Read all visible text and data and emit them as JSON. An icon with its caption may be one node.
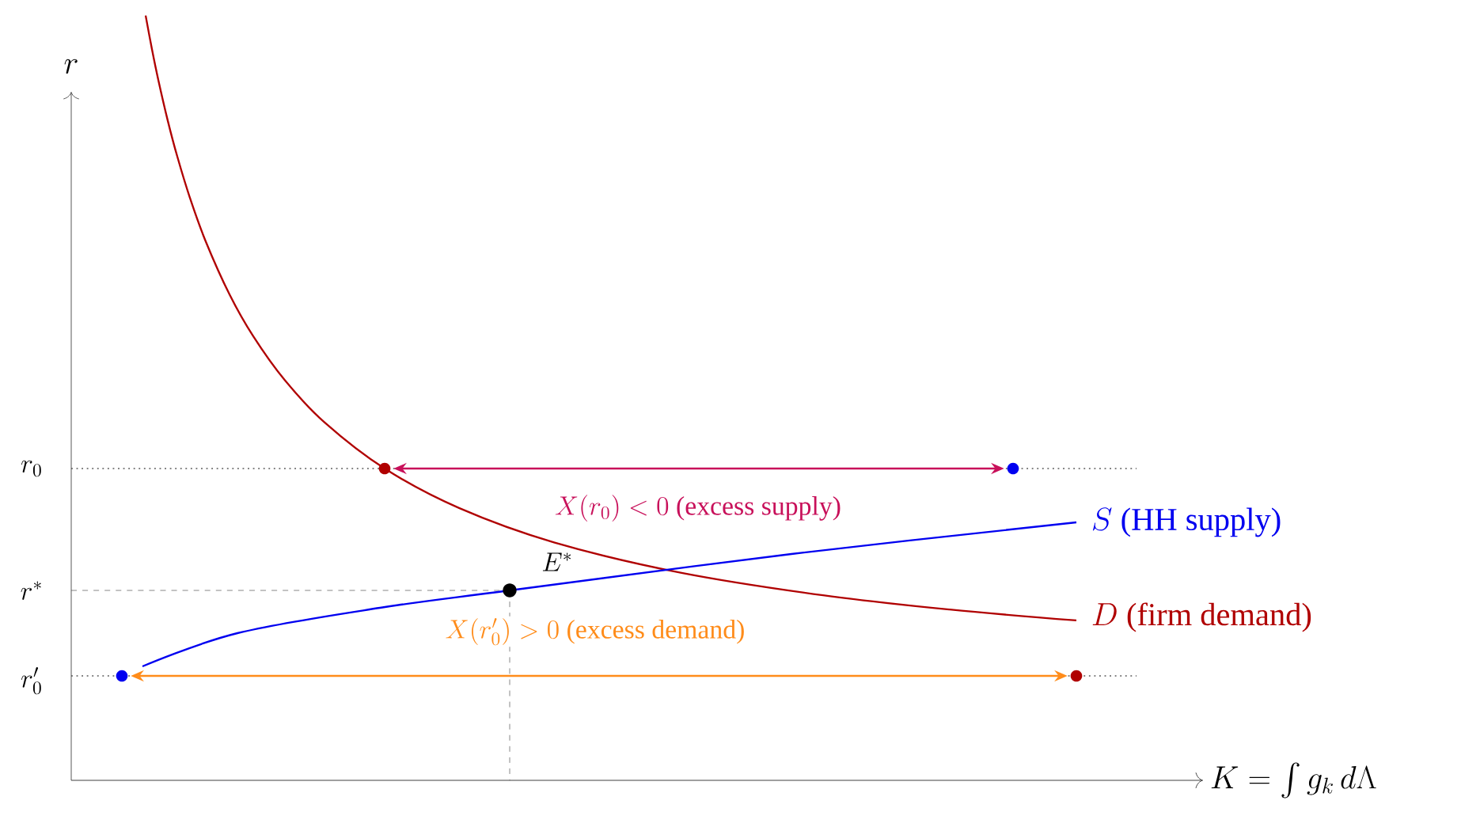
{
  "diagram": {
    "nodes": [
      {
        "text": [],
        "shape": "circle"
      },
      {
        "text": [],
        "shape": "circle"
      },
      {
        "text": [],
        "shape": "circle",
        "beside": [
          "E^*"
        ]
      },
      {
        "text": [],
        "shape": "circle"
      },
      {
        "text": [],
        "shape": "circle"
      }
    ],
    "edges": [
      {
        "from": 0,
        "to": 1,
        "arrow": "both",
        "color": "#c8105a",
        "label": "X(r_0) < 0 \\text{ (excess supply)}"
      },
      {
        "from": 3,
        "to": 4,
        "arrow": "both",
        "color": "#ff8c1a",
        "label": "X(r'_0) > 0 \\text{ (excess demand)}"
      }
    ],
    "labels": [
      "r",
      "K = \\int g_k \\, d\\Lambda",
      "r_0",
      "r^*",
      "r'_0",
      "S \\text{ (HH supply)}",
      "D \\text{ (firm demand)}"
    ]
  }
}
